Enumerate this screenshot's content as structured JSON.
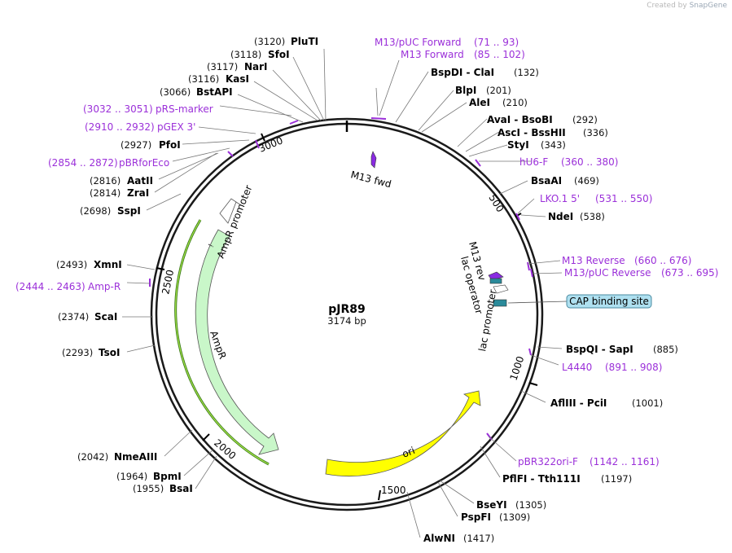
{
  "credit": {
    "prefix": "Created by",
    "brand": "SnapGene"
  },
  "plasmid": {
    "name": "pJR89",
    "length": 3174,
    "length_label": "3174 bp"
  },
  "colors": {
    "primer": "#9b30d9",
    "ampr_fill": "#c9f7c9",
    "ori_fill": "#ffff00",
    "cap_fill": "#aee0f0",
    "m13_arrow": "#8a2be2"
  },
  "enzymes": [
    {
      "name": "PluTI",
      "pos": "(3120)"
    },
    {
      "name": "SfoI",
      "pos": "(3118)"
    },
    {
      "name": "NarI",
      "pos": "(3117)"
    },
    {
      "name": "KasI",
      "pos": "(3116)"
    },
    {
      "name": "BstAPI",
      "pos": "(3066)"
    },
    {
      "name": "PfoI",
      "pos": "(2927)"
    },
    {
      "name": "AatII",
      "pos": "(2816)"
    },
    {
      "name": "ZraI",
      "pos": "(2814)"
    },
    {
      "name": "SspI",
      "pos": "(2698)"
    },
    {
      "name": "XmnI",
      "pos": "(2493)"
    },
    {
      "name": "ScaI",
      "pos": "(2374)"
    },
    {
      "name": "TsoI",
      "pos": "(2293)"
    },
    {
      "name": "NmeAIII",
      "pos": "(2042)"
    },
    {
      "name": "BpmI",
      "pos": "(1964)"
    },
    {
      "name": "BsaI",
      "pos": "(1955)"
    },
    {
      "name": "BspDI - ClaI",
      "pos": "(132)"
    },
    {
      "name": "BlpI",
      "pos": "(201)"
    },
    {
      "name": "AleI",
      "pos": "(210)"
    },
    {
      "name": "AvaI - BsoBI",
      "pos": "(292)"
    },
    {
      "name": "AscI - BssHII",
      "pos": "(336)"
    },
    {
      "name": "StyI",
      "pos": "(343)"
    },
    {
      "name": "BsaAI",
      "pos": "(469)"
    },
    {
      "name": "NdeI",
      "pos": "(538)"
    },
    {
      "name": "BspQI - SapI",
      "pos": "(885)"
    },
    {
      "name": "AflIII - PciI",
      "pos": "(1001)"
    },
    {
      "name": "PflFI - Tth111I",
      "pos": "(1197)"
    },
    {
      "name": "BseYI",
      "pos": "(1305)"
    },
    {
      "name": "PspFI",
      "pos": "(1309)"
    },
    {
      "name": "AlwNI",
      "pos": "(1417)"
    }
  ],
  "primers": [
    {
      "name": "M13/pUC Forward",
      "range": "(71 .. 93)"
    },
    {
      "name": "M13 Forward",
      "range": "(85 .. 102)"
    },
    {
      "name": "hU6-F",
      "range": "(360 .. 380)"
    },
    {
      "name": "LKO.1 5'",
      "range": "(531 .. 550)"
    },
    {
      "name": "M13 Reverse",
      "range": "(660 .. 676)"
    },
    {
      "name": "M13/pUC Reverse",
      "range": "(673 .. 695)"
    },
    {
      "name": "L4440",
      "range": "(891 .. 908)"
    },
    {
      "name": "pBR322ori-F",
      "range": "(1142 .. 1161)"
    },
    {
      "name": "pRS-marker",
      "range": "(3032 .. 3051)"
    },
    {
      "name": "pGEX 3'",
      "range": "(2910 .. 2932)"
    },
    {
      "name": "pBRforEco",
      "range": "(2854 .. 2872)"
    },
    {
      "name": "Amp-R",
      "range": "(2444 .. 2463)"
    }
  ],
  "features": {
    "m13_fwd": "M13 fwd",
    "m13_rev": "M13 rev",
    "lac_operator": "lac operator",
    "lac_promoter": "lac promoter",
    "cap_site": "CAP binding site",
    "ampr": "AmpR",
    "ampr_promoter": "AmpR promoter",
    "ori": "ori"
  },
  "ticks": [
    "500",
    "1000",
    "1500",
    "2000",
    "2500",
    "3000"
  ]
}
